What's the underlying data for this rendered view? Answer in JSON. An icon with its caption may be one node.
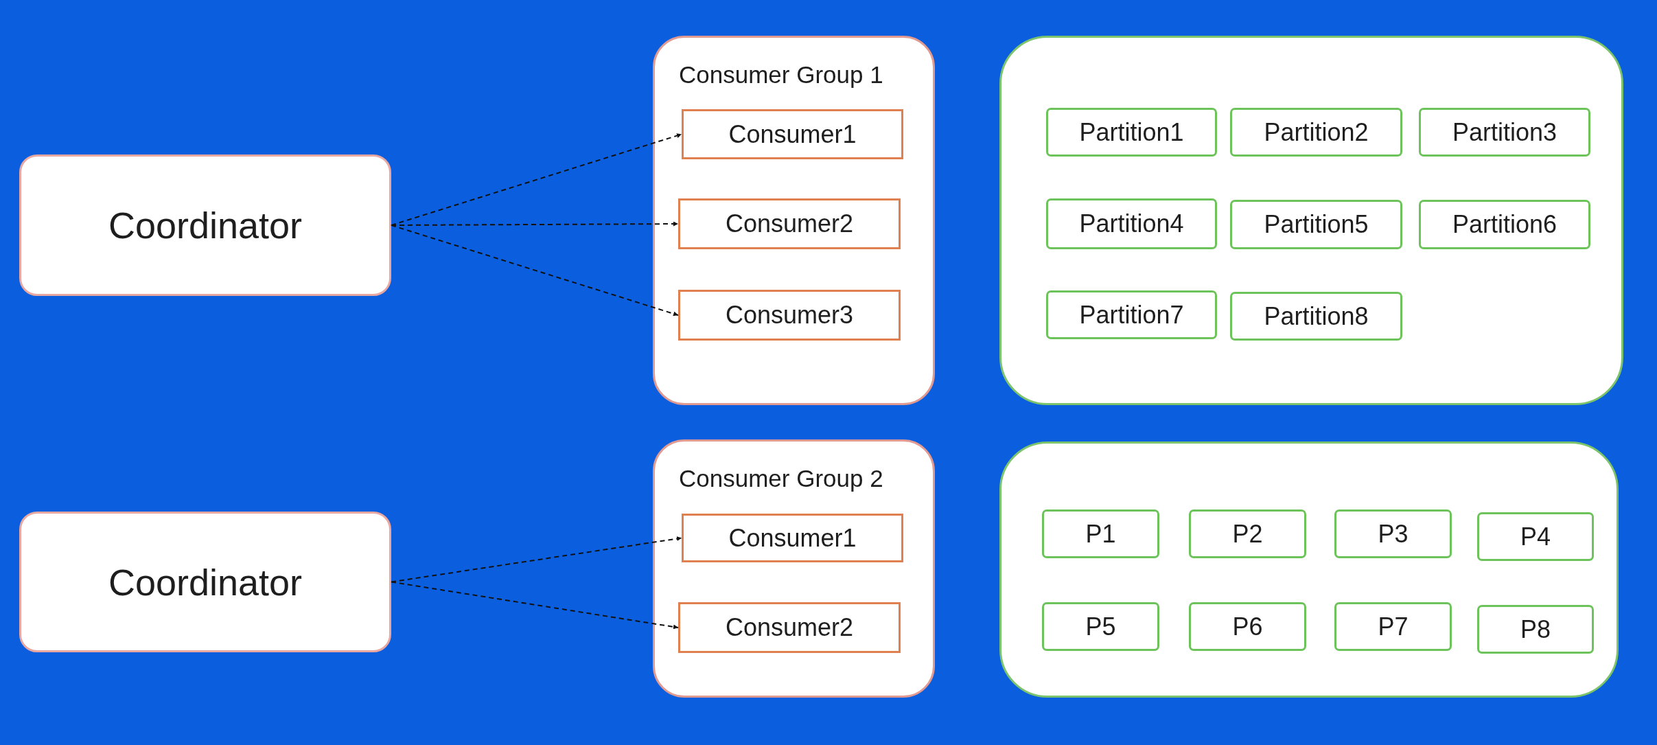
{
  "diagram": {
    "nodes": [
      {
        "text": [
          "Coordinator"
        ]
      },
      {
        "text": [
          "Consumer Group 1"
        ]
      },
      {
        "text": [
          "Consumer1"
        ],
        "in": 1
      },
      {
        "text": [
          "Consumer2"
        ],
        "in": 1
      },
      {
        "text": [
          "Consumer3"
        ],
        "in": 1
      },
      {
        "text": [],
        "shape": "box"
      },
      {
        "text": [
          "Partition1"
        ],
        "in": 5
      },
      {
        "text": [
          "Partition2"
        ],
        "in": 5
      },
      {
        "text": [
          "Partition3"
        ],
        "in": 5
      },
      {
        "text": [
          "Partition4"
        ],
        "in": 5
      },
      {
        "text": [
          "Partition5"
        ],
        "in": 5
      },
      {
        "text": [
          "Partition6"
        ],
        "in": 5
      },
      {
        "text": [
          "Partition7"
        ],
        "in": 5
      },
      {
        "text": [
          "Partition8"
        ],
        "in": 5
      },
      {
        "text": [
          "Coordinator"
        ]
      },
      {
        "text": [
          "Consumer Group 2"
        ]
      },
      {
        "text": [
          "Consumer1"
        ],
        "in": 15
      },
      {
        "text": [
          "Consumer2"
        ],
        "in": 15
      },
      {
        "text": [],
        "shape": "box"
      },
      {
        "text": [
          "P1"
        ],
        "in": 18
      },
      {
        "text": [
          "P2"
        ],
        "in": 18
      },
      {
        "text": [
          "P3"
        ],
        "in": 18
      },
      {
        "text": [
          "P4"
        ],
        "in": 18
      },
      {
        "text": [
          "P5"
        ],
        "in": 18
      },
      {
        "text": [
          "P6"
        ],
        "in": 18
      },
      {
        "text": [
          "P7"
        ],
        "in": 18
      },
      {
        "text": [
          "P8"
        ],
        "in": 18
      }
    ],
    "edges": [
      {
        "from": 0,
        "to": 2,
        "arrow": "to",
        "style": "dashed"
      },
      {
        "from": 0,
        "to": 3,
        "arrow": "to",
        "style": "dashed"
      },
      {
        "from": 0,
        "to": 4,
        "arrow": "to",
        "style": "dashed"
      },
      {
        "from": 14,
        "to": 16,
        "arrow": "to",
        "style": "dashed"
      },
      {
        "from": 14,
        "to": 17,
        "arrow": "to",
        "style": "dashed"
      }
    ]
  }
}
